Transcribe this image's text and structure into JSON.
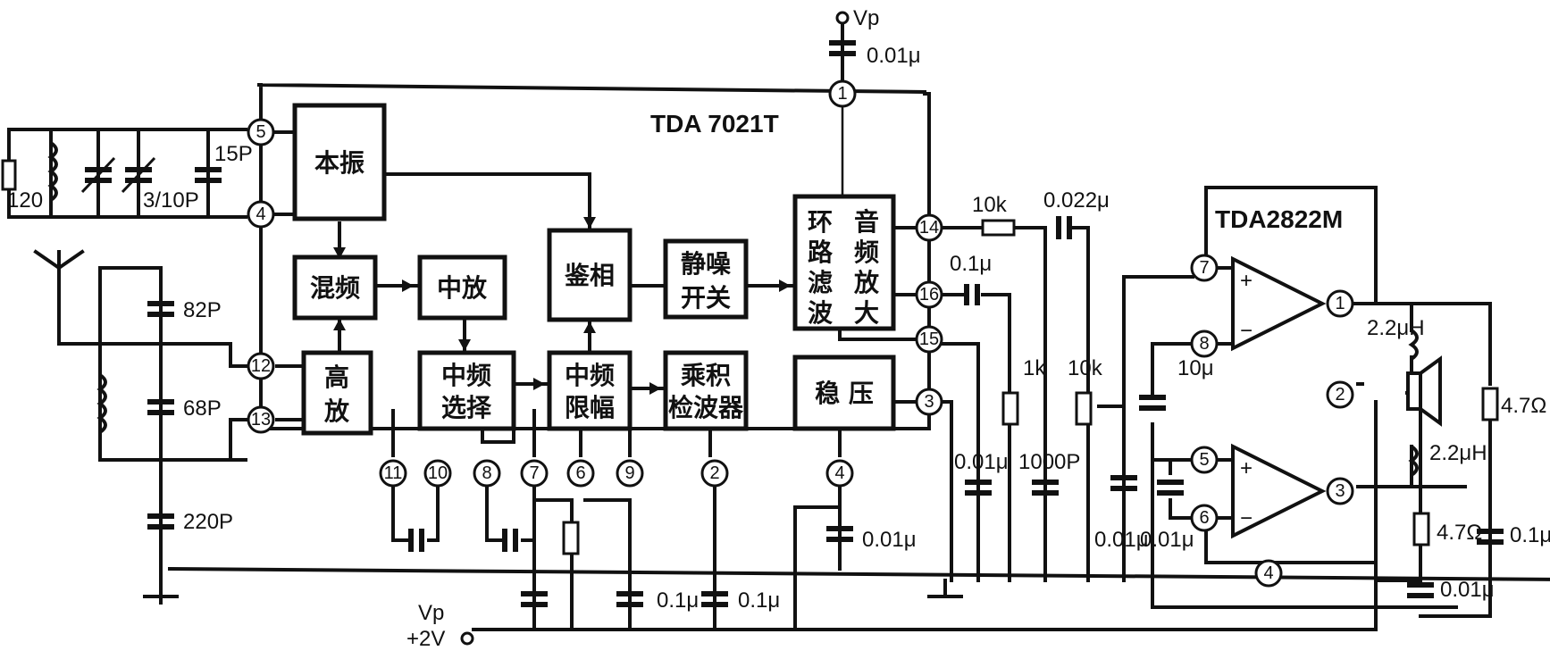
{
  "ic1": {
    "name": "TDA 7021T"
  },
  "ic2": {
    "name": "TDA2822M"
  },
  "blocks": {
    "local_osc": "本振",
    "mixer": "混频",
    "if_amp": "中放",
    "rf_amp": [
      "高",
      "放"
    ],
    "if_select": [
      "中频",
      "选择"
    ],
    "phase_det": "鉴相",
    "if_limit": [
      "中频",
      "限幅"
    ],
    "mute_switch": [
      "静噪",
      "开关"
    ],
    "product_det": [
      "乘积",
      "检波器"
    ],
    "loop_filter": [
      "环",
      "路",
      "滤",
      "波"
    ],
    "af_amp": [
      "音",
      "频",
      "放",
      "大"
    ],
    "regulator": "稳 压"
  },
  "pins_ic1": [
    "1",
    "2",
    "3",
    "4",
    "5",
    "6",
    "7",
    "8",
    "9",
    "10",
    "11",
    "12",
    "13",
    "14",
    "15",
    "16"
  ],
  "pins_ic2": [
    "1",
    "2",
    "3",
    "4",
    "5",
    "6",
    "7",
    "8"
  ],
  "components": {
    "r_120": "120",
    "c_15p": "15P",
    "c_3_10p": "3/10P",
    "c_82p": "82P",
    "c_68p": "68P",
    "c_220p": "220P",
    "c_vp_dec": "0.01μ",
    "r_10k": "10k",
    "c_0022": "0.022μ",
    "c_01_pin16": "0.1μ",
    "r_1k": "1k",
    "pot_10k": "10k",
    "c_001_pin15": "0.01μ",
    "c_1000p": "1000P",
    "c_001_pin4": "0.01μ",
    "c_01_a": "0.1μ",
    "c_01_b": "0.1μ",
    "c_10u": "10μ",
    "c_001_in1": "0.01μ",
    "c_001_in2": "0.01μ",
    "l_22_a": "2.2μH",
    "l_22_b": "2.2μH",
    "r_47_a": "4.7Ω",
    "r_47_b": "4.7Ω",
    "c_01_out": "0.1μ",
    "c_001_out": "0.01μ"
  },
  "supply": {
    "vp_top": "Vp",
    "vp_bottom": "Vp",
    "voltage": "+2V"
  }
}
